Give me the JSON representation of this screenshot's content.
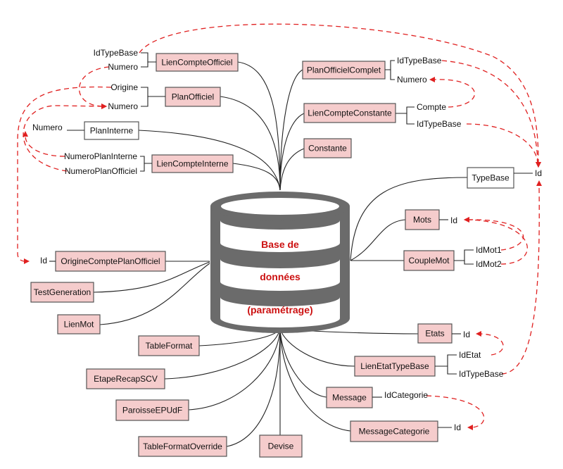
{
  "database": {
    "lines": [
      "Base de",
      "données",
      "(paramétrage)"
    ]
  },
  "colors": {
    "table_fill": "#f5cccc",
    "plain_fill": "#ffffff",
    "db_gray": "#6b6b6b",
    "db_text": "#cc1111",
    "relation": "#e02020",
    "line": "#222222"
  },
  "tables": [
    {
      "id": "LienCompteOfficiel",
      "label": "LienCompteOfficiel",
      "style": "pink"
    },
    {
      "id": "PlanOfficielComplet",
      "label": "PlanOfficielComplet",
      "style": "pink"
    },
    {
      "id": "PlanOfficiel",
      "label": "PlanOfficiel",
      "style": "pink"
    },
    {
      "id": "LienCompteConstante",
      "label": "LienCompteConstante",
      "style": "pink"
    },
    {
      "id": "PlanInterne",
      "label": "PlanInterne",
      "style": "plain"
    },
    {
      "id": "Constante",
      "label": "Constante",
      "style": "pink"
    },
    {
      "id": "LienCompteInterne",
      "label": "LienCompteInterne",
      "style": "pink"
    },
    {
      "id": "TypeBase",
      "label": "TypeBase",
      "style": "plain"
    },
    {
      "id": "Mots",
      "label": "Mots",
      "style": "pink"
    },
    {
      "id": "OrigineComptePlanOfficiel",
      "label": "OrigineComptePlanOfficiel",
      "style": "pink"
    },
    {
      "id": "CoupleMot",
      "label": "CoupleMot",
      "style": "pink"
    },
    {
      "id": "TestGeneration",
      "label": "TestGeneration",
      "style": "pink"
    },
    {
      "id": "LienMot",
      "label": "LienMot",
      "style": "pink"
    },
    {
      "id": "Etats",
      "label": "Etats",
      "style": "pink"
    },
    {
      "id": "TableFormat",
      "label": "TableFormat",
      "style": "pink"
    },
    {
      "id": "LienEtatTypeBase",
      "label": "LienEtatTypeBase",
      "style": "pink"
    },
    {
      "id": "EtapeRecapSCV",
      "label": "EtapeRecapSCV",
      "style": "pink"
    },
    {
      "id": "Message",
      "label": "Message",
      "style": "pink"
    },
    {
      "id": "ParoisseEPUdF",
      "label": "ParoisseEPUdF",
      "style": "pink"
    },
    {
      "id": "MessageCategorie",
      "label": "MessageCategorie",
      "style": "pink"
    },
    {
      "id": "TableFormatOverride",
      "label": "TableFormatOverride",
      "style": "pink"
    },
    {
      "id": "Devise",
      "label": "Devise",
      "style": "pink"
    }
  ],
  "fields": [
    {
      "id": "lco_idtypebase",
      "table": "LienCompteOfficiel",
      "label": "IdTypeBase"
    },
    {
      "id": "lco_numero",
      "table": "LienCompteOfficiel",
      "label": "Numero"
    },
    {
      "id": "po_origine",
      "table": "PlanOfficiel",
      "label": "Origine"
    },
    {
      "id": "po_numero",
      "table": "PlanOfficiel",
      "label": "Numero"
    },
    {
      "id": "pi_numero",
      "table": "PlanInterne",
      "label": "Numero"
    },
    {
      "id": "lci_numplaninterne",
      "table": "LienCompteInterne",
      "label": "NumeroPlanInterne"
    },
    {
      "id": "lci_numplanofficiel",
      "table": "LienCompteInterne",
      "label": "NumeroPlanOfficiel"
    },
    {
      "id": "ocpo_id",
      "table": "OrigineComptePlanOfficiel",
      "label": "Id"
    },
    {
      "id": "poc_idtypebase",
      "table": "PlanOfficielComplet",
      "label": "IdTypeBase"
    },
    {
      "id": "poc_numero",
      "table": "PlanOfficielComplet",
      "label": "Numero"
    },
    {
      "id": "lcc_compte",
      "table": "LienCompteConstante",
      "label": "Compte"
    },
    {
      "id": "lcc_idtypebase",
      "table": "LienCompteConstante",
      "label": "IdTypeBase"
    },
    {
      "id": "tb_id",
      "table": "TypeBase",
      "label": "Id"
    },
    {
      "id": "mots_id",
      "table": "Mots",
      "label": "Id"
    },
    {
      "id": "cm_idmot1",
      "table": "CoupleMot",
      "label": "IdMot1"
    },
    {
      "id": "cm_idmot2",
      "table": "CoupleMot",
      "label": "IdMot2"
    },
    {
      "id": "etats_id",
      "table": "Etats",
      "label": "Id"
    },
    {
      "id": "letb_idetat",
      "table": "LienEtatTypeBase",
      "label": "IdEtat"
    },
    {
      "id": "letb_idtypebase",
      "table": "LienEtatTypeBase",
      "label": "IdTypeBase"
    },
    {
      "id": "msg_idcategorie",
      "table": "Message",
      "label": "IdCategorie"
    },
    {
      "id": "mc_id",
      "table": "MessageCategorie",
      "label": "Id"
    }
  ],
  "relations": [
    {
      "from": "lco_idtypebase",
      "to": "tb_id"
    },
    {
      "from": "poc_idtypebase",
      "to": "tb_id"
    },
    {
      "from": "lcc_idtypebase",
      "to": "tb_id"
    },
    {
      "from": "letb_idtypebase",
      "to": "tb_id"
    },
    {
      "from": "lcc_compte",
      "to": "poc_numero"
    },
    {
      "from": "lco_numero",
      "to": "po_numero"
    },
    {
      "from": "lci_numplanofficiel",
      "to": "po_numero"
    },
    {
      "from": "lci_numplaninterne",
      "to": "pi_numero"
    },
    {
      "from": "po_origine",
      "to": "ocpo_id"
    },
    {
      "from": "cm_idmot1",
      "to": "mots_id"
    },
    {
      "from": "cm_idmot2",
      "to": "mots_id"
    },
    {
      "from": "letb_idetat",
      "to": "etats_id"
    },
    {
      "from": "msg_idcategorie",
      "to": "mc_id"
    }
  ]
}
